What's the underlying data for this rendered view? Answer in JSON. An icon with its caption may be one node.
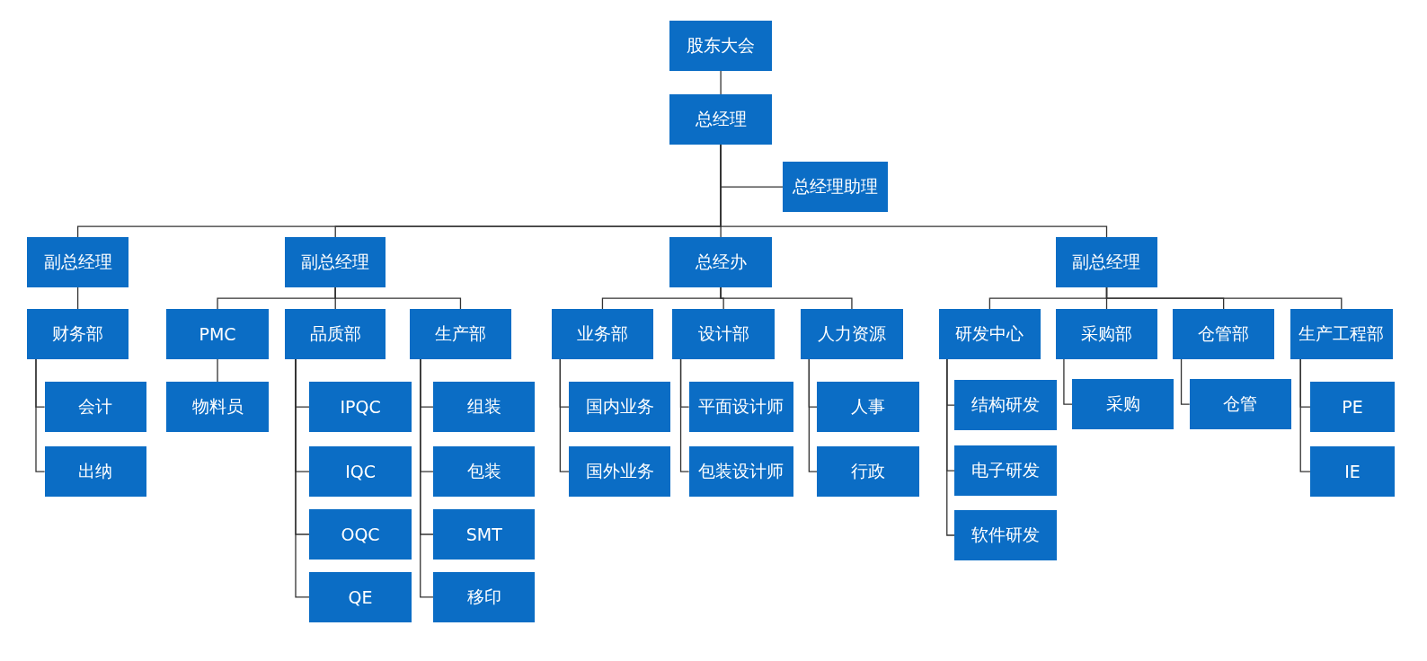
{
  "diagram": {
    "nodes": [
      {
        "text": [
          "股东大会"
        ]
      },
      {
        "text": [
          "总经理"
        ]
      },
      {
        "text": [
          "总经理助理"
        ]
      },
      {
        "text": [
          "副总经理"
        ]
      },
      {
        "text": [
          "副总经理"
        ]
      },
      {
        "text": [
          "总经办"
        ]
      },
      {
        "text": [
          "副总经理"
        ]
      },
      {
        "text": [
          "财务部"
        ]
      },
      {
        "text": [
          "会计"
        ]
      },
      {
        "text": [
          "出纳"
        ]
      },
      {
        "text": [
          "PMC"
        ]
      },
      {
        "text": [
          "物料员"
        ]
      },
      {
        "text": [
          "品质部"
        ]
      },
      {
        "text": [
          "IPQC"
        ]
      },
      {
        "text": [
          "IQC"
        ]
      },
      {
        "text": [
          "OQC"
        ]
      },
      {
        "text": [
          "QE"
        ]
      },
      {
        "text": [
          "生产部"
        ]
      },
      {
        "text": [
          "组装"
        ]
      },
      {
        "text": [
          "包装"
        ]
      },
      {
        "text": [
          "SMT"
        ]
      },
      {
        "text": [
          "移印"
        ]
      },
      {
        "text": [
          "业务部"
        ]
      },
      {
        "text": [
          "国内业务"
        ]
      },
      {
        "text": [
          "国外业务"
        ]
      },
      {
        "text": [
          "设计部"
        ]
      },
      {
        "text": [
          "平面设计师"
        ]
      },
      {
        "text": [
          "包装设计师"
        ]
      },
      {
        "text": [
          "人力资源"
        ]
      },
      {
        "text": [
          "人事"
        ]
      },
      {
        "text": [
          "行政"
        ]
      },
      {
        "text": [
          "研发中心"
        ]
      },
      {
        "text": [
          "结构研发"
        ]
      },
      {
        "text": [
          "电子研发"
        ]
      },
      {
        "text": [
          "软件研发"
        ]
      },
      {
        "text": [
          "采购部"
        ]
      },
      {
        "text": [
          "采购"
        ]
      },
      {
        "text": [
          "仓管部"
        ]
      },
      {
        "text": [
          "仓管"
        ]
      },
      {
        "text": [
          "生产工程部"
        ]
      },
      {
        "text": [
          "PE"
        ]
      },
      {
        "text": [
          "IE"
        ]
      }
    ],
    "edges": [
      {
        "from": 0,
        "to": 1,
        "arrow": "none"
      },
      {
        "from": 1,
        "to": 2,
        "arrow": "none"
      },
      {
        "from": 1,
        "to": 3,
        "arrow": "none"
      },
      {
        "from": 1,
        "to": 4,
        "arrow": "none"
      },
      {
        "from": 1,
        "to": 5,
        "arrow": "none"
      },
      {
        "from": 1,
        "to": 6,
        "arrow": "none"
      },
      {
        "from": 3,
        "to": 7,
        "arrow": "none"
      },
      {
        "from": 7,
        "to": 8,
        "arrow": "none"
      },
      {
        "from": 7,
        "to": 9,
        "arrow": "none"
      },
      {
        "from": 4,
        "to": 10,
        "arrow": "none"
      },
      {
        "from": 4,
        "to": 12,
        "arrow": "none"
      },
      {
        "from": 4,
        "to": 17,
        "arrow": "none"
      },
      {
        "from": 10,
        "to": 11,
        "arrow": "none"
      },
      {
        "from": 12,
        "to": 13,
        "arrow": "none"
      },
      {
        "from": 12,
        "to": 14,
        "arrow": "none"
      },
      {
        "from": 12,
        "to": 15,
        "arrow": "none"
      },
      {
        "from": 12,
        "to": 16,
        "arrow": "none"
      },
      {
        "from": 17,
        "to": 18,
        "arrow": "none"
      },
      {
        "from": 17,
        "to": 19,
        "arrow": "none"
      },
      {
        "from": 17,
        "to": 20,
        "arrow": "none"
      },
      {
        "from": 17,
        "to": 21,
        "arrow": "none"
      },
      {
        "from": 5,
        "to": 22,
        "arrow": "none"
      },
      {
        "from": 5,
        "to": 25,
        "arrow": "none"
      },
      {
        "from": 5,
        "to": 28,
        "arrow": "none"
      },
      {
        "from": 22,
        "to": 23,
        "arrow": "none"
      },
      {
        "from": 22,
        "to": 24,
        "arrow": "none"
      },
      {
        "from": 25,
        "to": 26,
        "arrow": "none"
      },
      {
        "from": 25,
        "to": 27,
        "arrow": "none"
      },
      {
        "from": 28,
        "to": 29,
        "arrow": "none"
      },
      {
        "from": 28,
        "to": 30,
        "arrow": "none"
      },
      {
        "from": 6,
        "to": 31,
        "arrow": "none"
      },
      {
        "from": 6,
        "to": 35,
        "arrow": "none"
      },
      {
        "from": 6,
        "to": 37,
        "arrow": "none"
      },
      {
        "from": 6,
        "to": 39,
        "arrow": "none"
      },
      {
        "from": 31,
        "to": 32,
        "arrow": "none"
      },
      {
        "from": 31,
        "to": 33,
        "arrow": "none"
      },
      {
        "from": 31,
        "to": 34,
        "arrow": "none"
      },
      {
        "from": 35,
        "to": 36,
        "arrow": "none"
      },
      {
        "from": 37,
        "to": 38,
        "arrow": "none"
      },
      {
        "from": 39,
        "to": 40,
        "arrow": "none"
      },
      {
        "from": 39,
        "to": 41,
        "arrow": "none"
      }
    ]
  }
}
